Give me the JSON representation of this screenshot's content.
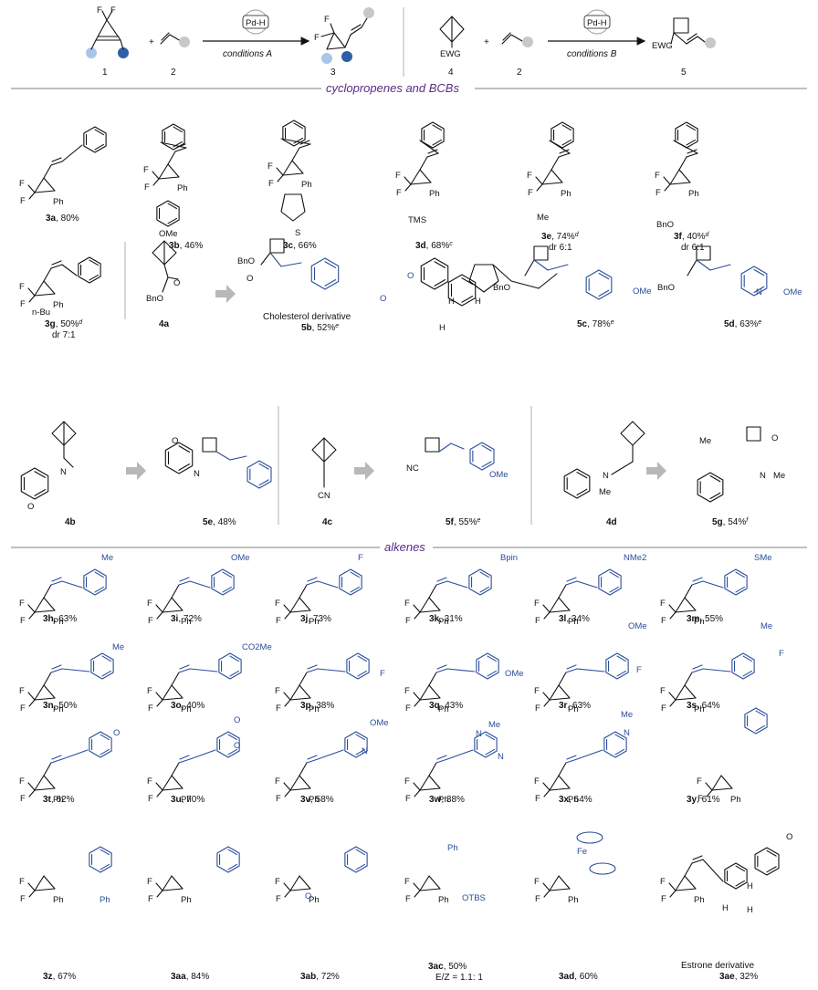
{
  "header": {
    "compounds": [
      "1",
      "2",
      "3",
      "4",
      "2",
      "5"
    ],
    "plus_signs": [
      "+",
      "+"
    ],
    "reaction_a": {
      "catalyst": "Pd-H",
      "conditions": "conditions A"
    },
    "reaction_b": {
      "catalyst": "Pd-H",
      "conditions": "conditions B"
    },
    "atoms": {
      "f1": "F",
      "f2": "F",
      "f3": "F",
      "f4": "F",
      "ewg1": "EWG",
      "ewg2": "EWG"
    }
  },
  "sections": {
    "cyclopropenes": "cyclopropenes and BCBs",
    "alkenes": "alkenes"
  },
  "entries": [
    {
      "id": "3a",
      "rest": ", 80%",
      "sup": "",
      "extra": ""
    },
    {
      "id": "3b",
      "rest": ", 46%",
      "sup": "",
      "extra": ""
    },
    {
      "id": "3c",
      "rest": ", 66%",
      "sup": "",
      "extra": ""
    },
    {
      "id": "3d",
      "rest": ", 68%",
      "sup": "c",
      "extra": ""
    },
    {
      "id": "3e",
      "rest": ", 74%",
      "sup": "d",
      "extra": "dr 6:1"
    },
    {
      "id": "3f",
      "rest": ", 40%",
      "sup": "d",
      "extra": "dr 6:1"
    },
    {
      "id": "3g",
      "rest": ", 50%",
      "sup": "d",
      "extra": "dr 7:1"
    },
    {
      "id": "4a",
      "rest": "",
      "sup": "",
      "extra": ""
    },
    {
      "id": "5b",
      "rest": ", 52%",
      "sup": "e",
      "extra": "",
      "caption": "Cholesterol derivative"
    },
    {
      "id": "5c",
      "rest": ", 78%",
      "sup": "e",
      "extra": ""
    },
    {
      "id": "5d",
      "rest": ", 63%",
      "sup": "e",
      "extra": ""
    },
    {
      "id": "4b",
      "rest": "",
      "sup": "",
      "extra": ""
    },
    {
      "id": "5e",
      "rest": ", 48%",
      "sup": "",
      "extra": ""
    },
    {
      "id": "4c",
      "rest": "",
      "sup": "",
      "extra": ""
    },
    {
      "id": "5f",
      "rest": ", 55%",
      "sup": "e",
      "extra": ""
    },
    {
      "id": "4d",
      "rest": "",
      "sup": "",
      "extra": ""
    },
    {
      "id": "5g",
      "rest": ", 54%",
      "sup": "f",
      "extra": ""
    },
    {
      "id": "3h",
      "rest": ", 63%",
      "sup": "",
      "extra": ""
    },
    {
      "id": "3i",
      "rest": ", 72%",
      "sup": "",
      "extra": ""
    },
    {
      "id": "3j",
      "rest": ", 73%",
      "sup": "",
      "extra": ""
    },
    {
      "id": "3k",
      "rest": ", 31%",
      "sup": "",
      "extra": ""
    },
    {
      "id": "3l",
      "rest": ", 34%",
      "sup": "",
      "extra": ""
    },
    {
      "id": "3m",
      "rest": ", 55%",
      "sup": "",
      "extra": ""
    },
    {
      "id": "3n",
      "rest": ", 50%",
      "sup": "",
      "extra": ""
    },
    {
      "id": "3o",
      "rest": ", 40%",
      "sup": "",
      "extra": ""
    },
    {
      "id": "3p",
      "rest": ", 38%",
      "sup": "",
      "extra": ""
    },
    {
      "id": "3q",
      "rest": ", 43%",
      "sup": "",
      "extra": ""
    },
    {
      "id": "3r",
      "rest": ", 63%",
      "sup": "",
      "extra": ""
    },
    {
      "id": "3s",
      "rest": ", 64%",
      "sup": "",
      "extra": ""
    },
    {
      "id": "3t",
      "rest": ", 62%",
      "sup": "",
      "extra": ""
    },
    {
      "id": "3u",
      "rest": ", 70%",
      "sup": "",
      "extra": ""
    },
    {
      "id": "3v",
      "rest": ", 58%",
      "sup": "",
      "extra": ""
    },
    {
      "id": "3w",
      "rest": ", 38%",
      "sup": "",
      "extra": ""
    },
    {
      "id": "3x",
      "rest": ", 64%",
      "sup": "",
      "extra": ""
    },
    {
      "id": "3y",
      "rest": ", 61%",
      "sup": "",
      "extra": ""
    },
    {
      "id": "3z",
      "rest": ", 67%",
      "sup": "",
      "extra": ""
    },
    {
      "id": "3aa",
      "rest": ", 84%",
      "sup": "",
      "extra": ""
    },
    {
      "id": "3ab",
      "rest": ", 72%",
      "sup": "",
      "extra": ""
    },
    {
      "id": "3ac",
      "rest": ", 50%",
      "sup": "",
      "extra": "E/Z = 1.1: 1"
    },
    {
      "id": "3ad",
      "rest": ", 60%",
      "sup": "",
      "extra": ""
    },
    {
      "id": "3ae",
      "rest": ", 32%",
      "sup": "",
      "extra": "",
      "caption": "Estrone derivative"
    }
  ],
  "substituents": {
    "3b": "OMe",
    "3c": "S",
    "3d": "TMS",
    "3e": "Me",
    "3f": "BnO",
    "3g": "n-Bu",
    "4a": "BnO",
    "4a_o": "O",
    "4b_n": "N",
    "4b_o": "O",
    "4c": "CN",
    "4d_n": "N",
    "4d_me": "Me",
    "5b_bno": "BnO",
    "5b_o": "O",
    "5c_bno": "BnO",
    "5c_ome": "OMe",
    "5d_bno": "BnO",
    "5d_n": "N",
    "5d_ome": "OMe",
    "5f_nc": "NC",
    "5f_ome": "OMe",
    "5g_me1": "Me",
    "5g_n": "N",
    "5g_me2": "Me",
    "5g_o": "O",
    "3h": "Me",
    "3i": "OMe",
    "3j": "F",
    "3k": "Bpin",
    "3l": "NMe2",
    "3m": "SMe",
    "3n": "Me",
    "3o": "CO2Me",
    "3p": "F",
    "3q": "OMe",
    "3r_top": "OMe",
    "3r_side": "F",
    "3s_top": "Me",
    "3s_side": "F",
    "3v_ome": "OMe",
    "3v_n": "N",
    "3w_n1": "N",
    "3w_n2": "N",
    "3w_me": "Me",
    "3x_me": "Me",
    "3x_n": "N",
    "3t_o": "O",
    "3u_o1": "O",
    "3u_o2": "O",
    "3ab_o": "O",
    "3z_ph": "Ph",
    "3ac_ph": "Ph",
    "3ac_otbs": "OTBS",
    "3ad_fe": "Fe",
    "ph": "Ph",
    "f": "F",
    "h": "H",
    "5b_h1": "H",
    "5b_h2": "H",
    "5b_h3": "H",
    "5b_o2": "O"
  }
}
